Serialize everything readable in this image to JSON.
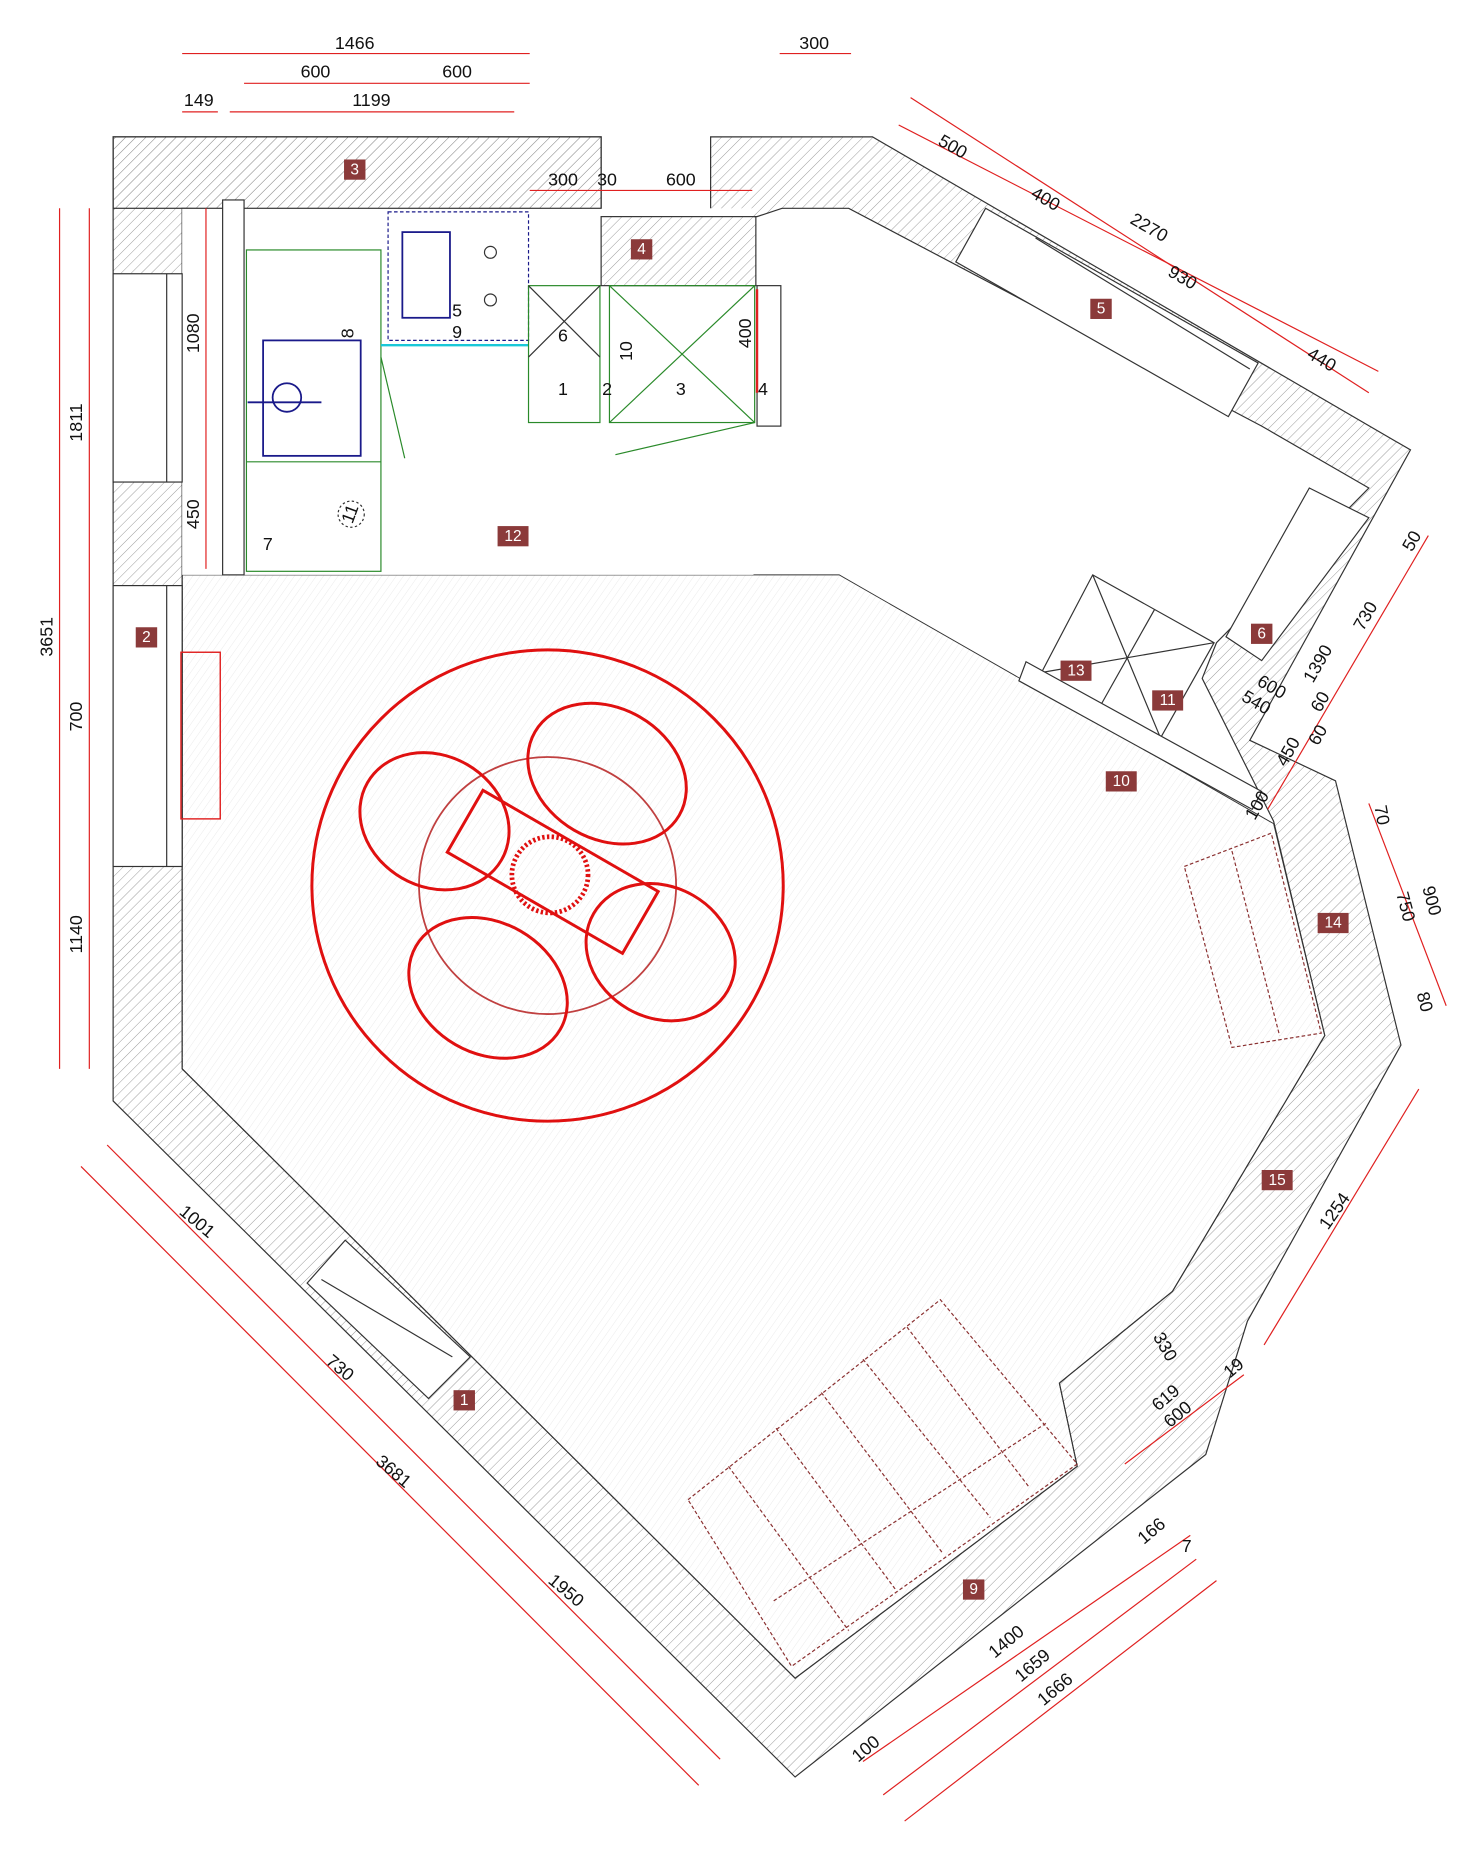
{
  "plan": {
    "room_tags": [
      "1",
      "2",
      "3",
      "4",
      "5",
      "6",
      "9",
      "10",
      "11",
      "12",
      "13",
      "14",
      "15"
    ],
    "fixture_numbers": [
      "5",
      "9",
      "8",
      "6",
      "1",
      "2",
      "3",
      "4",
      "7",
      "11"
    ],
    "dimensions": [
      "1466",
      "600",
      "600",
      "149",
      "1199",
      "300",
      "300",
      "30",
      "600",
      "500",
      "400",
      "2270",
      "930",
      "440",
      "1080",
      "450",
      "1811",
      "3651",
      "700",
      "1140",
      "10",
      "400",
      "50",
      "730",
      "1390",
      "600",
      "540",
      "60",
      "60",
      "450",
      "100",
      "70",
      "750",
      "900",
      "80",
      "1254",
      "330",
      "19",
      "619",
      "600",
      "1001",
      "730",
      "3681",
      "1950",
      "166",
      "7",
      "1400",
      "1659",
      "1666",
      "100"
    ],
    "colors": {
      "dimension": "#e02020",
      "tag": "#8b3a3a",
      "rug": "#e01010",
      "fixture": "#2a8a2a"
    }
  }
}
